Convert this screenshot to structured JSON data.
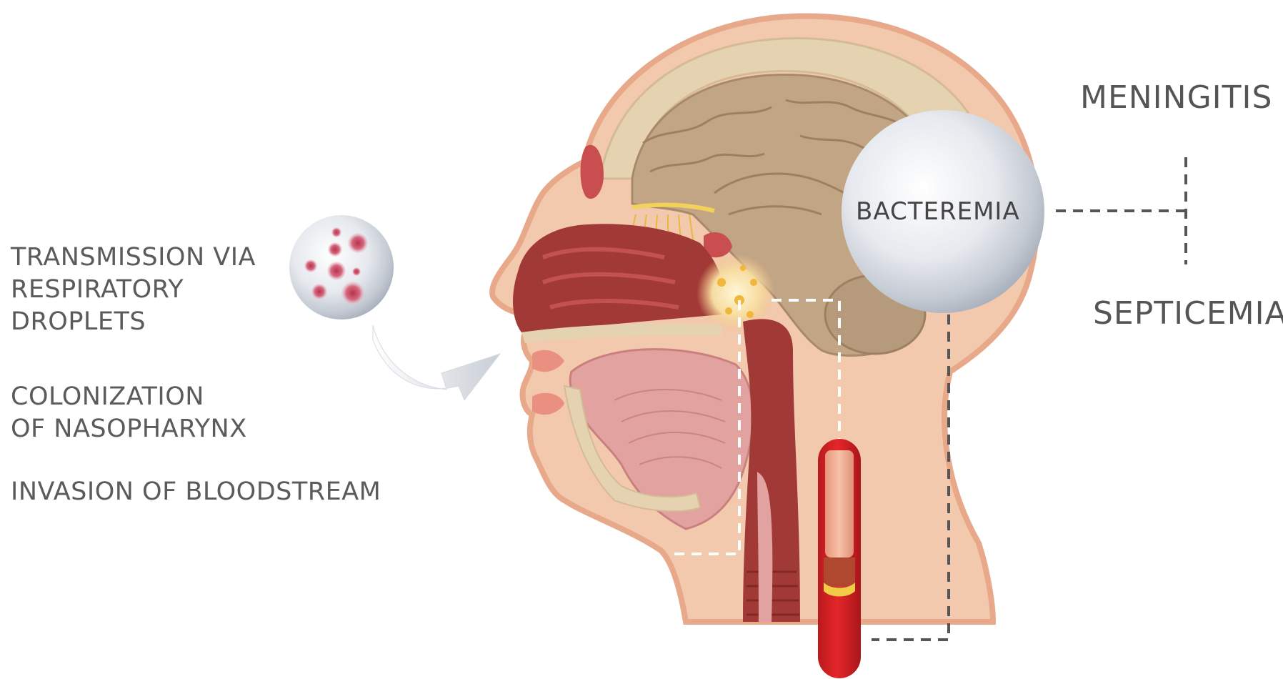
{
  "left_labels": {
    "transmission": "TRANSMISSION VIA\nRESPIRATORY\nDROPLETS",
    "colonization": "COLONIZATION\nOF NASOPHARYNX",
    "invasion": "INVASION OF BLOODSTREAM"
  },
  "bacteremia_label": "BACTEREMIA",
  "outcomes": {
    "meningitis": "MENINGITIS",
    "septicemia": "SEPTICEMIA"
  },
  "colors": {
    "skin": "#f3c9ad",
    "skin_outline": "#e7a98a",
    "bone": "#e5d2b0",
    "brain": "#c2a585",
    "airway": "#a13a36",
    "tissue": "#e2a2a0",
    "blood_red": "#d31c1f",
    "droplet": "#c6405b",
    "dash_gray": "#555555",
    "dash_white": "#ffffff"
  },
  "icons": [
    "droplet-sphere-icon",
    "curved-arrow-icon",
    "blood-vessel-icon",
    "bacteremia-sphere-icon"
  ]
}
